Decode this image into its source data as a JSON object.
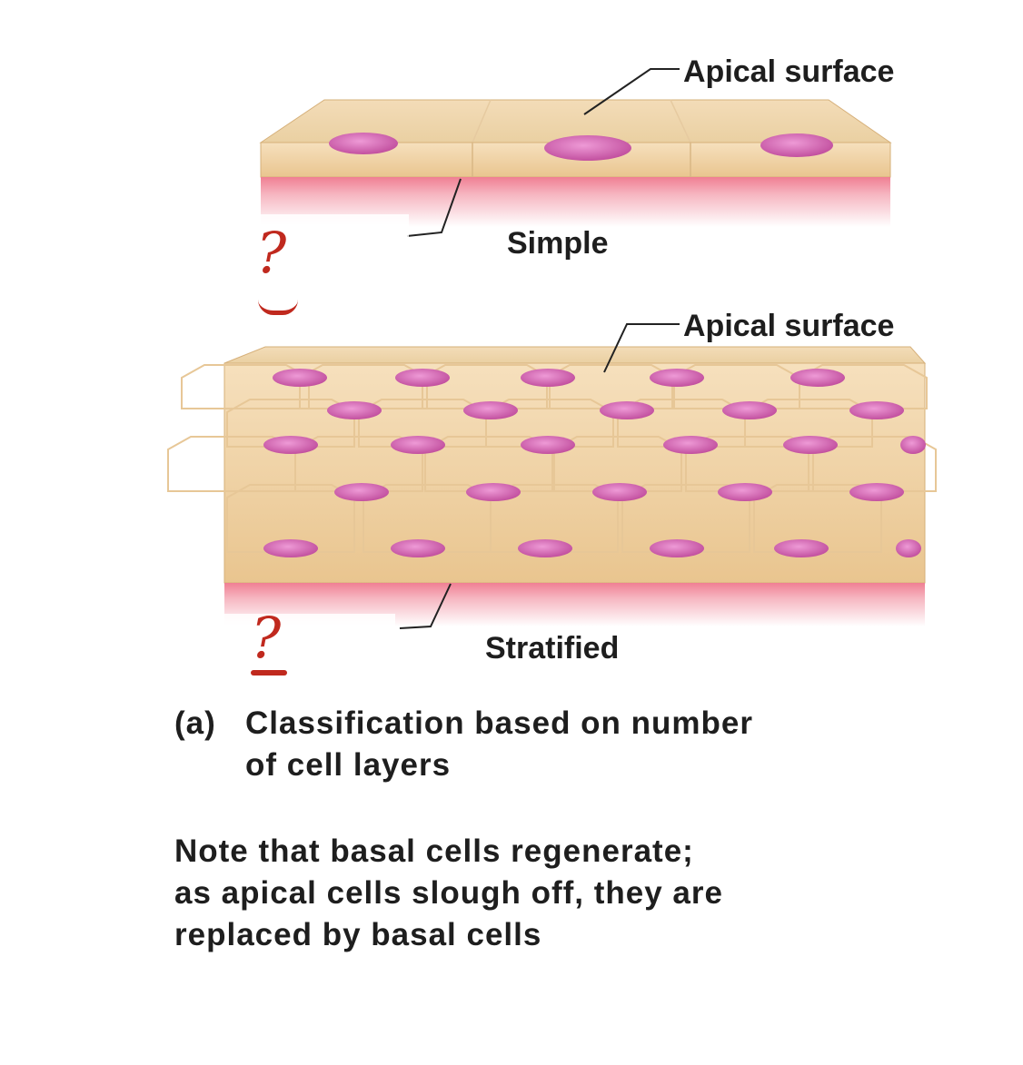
{
  "labels": {
    "apical_top": "Apical surface",
    "simple": "Simple",
    "apical_bottom": "Apical surface",
    "stratified": "Stratified",
    "unknown_top": "?",
    "unknown_bottom": "?"
  },
  "caption": {
    "letter": "(a)",
    "line1": "Classification based on number",
    "line2": "of cell layers"
  },
  "note": {
    "line1": "Note that basal cells regenerate;",
    "line2": "as apical cells slough off, they are",
    "line3": "replaced by basal cells"
  },
  "colors": {
    "cell_fill": "#f2d5a8",
    "cell_edge": "#d9b784",
    "nucleus": "#d465b4",
    "basement": "#f4a0ad",
    "question_mark": "#c0291e"
  }
}
